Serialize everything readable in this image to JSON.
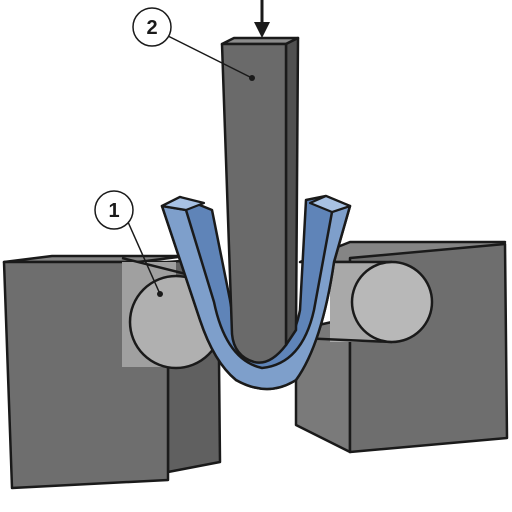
{
  "callouts": [
    {
      "id": "1",
      "label": "1"
    },
    {
      "id": "2",
      "label": "2"
    }
  ],
  "colors": {
    "block_front": "#6e6e6e",
    "block_top": "#858585",
    "block_side": "#5a5a5a",
    "roller": "#b8b8b8",
    "roller_shadow": "#9a9a9a",
    "punch_front": "#6a6a6a",
    "punch_side": "#505050",
    "punch_top": "#8c8c8c",
    "workpiece": "#7e9fcb",
    "workpiece_dark": "#5f84b8",
    "outline": "#1a1a1a"
  },
  "icons": {
    "load_arrow": "arrow-down-icon"
  }
}
